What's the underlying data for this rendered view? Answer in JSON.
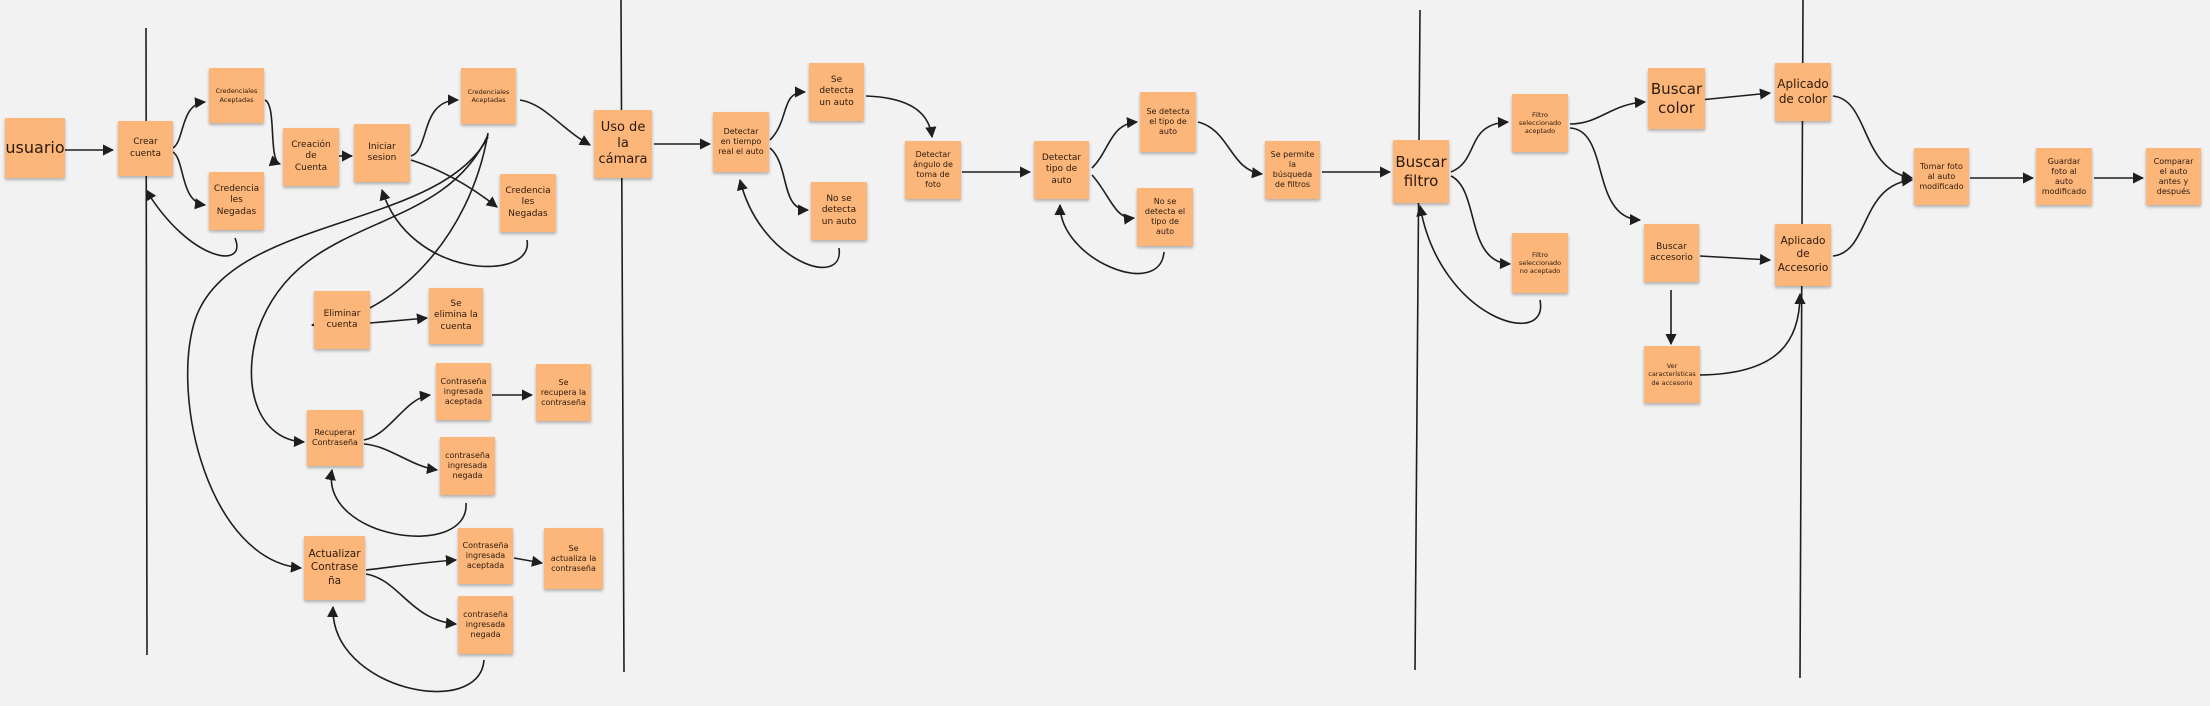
{
  "diagram": {
    "notes": {
      "usuario": "usuario",
      "crear_cuenta": "Crear\ncuenta",
      "cred_aceptadas_1": "Credenciales\nAceptadas",
      "cred_negadas_1": "Credencia\nles\nNegadas",
      "creacion_cuenta": "Creación\nde\nCuenta",
      "iniciar_sesion": "Iniciar\nsesion",
      "cred_aceptadas_2": "Credenciales\nAceptadas",
      "cred_negadas_2": "Credencia\nles\nNegadas",
      "eliminar_cuenta": "Eliminar\ncuenta",
      "se_elimina": "Se\nelimina la\ncuenta",
      "recuperar": "Recuperar\nContraseña",
      "pw_aceptada_1": "Contraseña\ningresada\naceptada",
      "se_recupera": "Se\nrecupera la\ncontraseña",
      "pw_negada_1": "contraseña\ningresada\nnegada",
      "actualizar": "Actualizar\nContrase\nña",
      "pw_aceptada_2": "Contraseña\ningresada\naceptada",
      "se_actualiza": "Se\nactualiza la\ncontraseña",
      "pw_negada_2": "contraseña\ningresada\nnegada",
      "uso_camara": "Uso de\nla\ncámara",
      "detectar_tiempo_real": "Detectar\nen tiempo\nreal el auto",
      "se_detecta_auto": "Se\ndetecta\nun auto",
      "no_detecta_auto": "No se\ndetecta\nun auto",
      "detectar_angulo": "Detectar\nángulo de\ntoma de\nfoto",
      "detectar_tipo": "Detectar\ntipo de\nauto",
      "se_detecta_tipo": "Se detecta\nel tipo de\nauto",
      "no_detecta_tipo": "No se\ndetecta el\ntipo de\nauto",
      "busqueda_filtros": "Se permite\nla\nbúsqueda\nde filtros",
      "buscar_filtro": "Buscar\nfiltro",
      "filtro_aceptado": "Filtro\nseleccionado\naceptado",
      "filtro_no_aceptado": "Filtro\nseleccionado\nno aceptado",
      "buscar_color": "Buscar\ncolor",
      "aplicado_color": "Aplicado\nde color",
      "buscar_accesorio": "Buscar\naccesorio",
      "aplicado_accesorio": "Aplicado\nde\nAccesorio",
      "ver_caracteristicas": "Ver\ncaracterísticas\nde accesorio",
      "tomar_foto": "Tomar foto\nal auto\nmodificado",
      "guardar_foto": "Guardar\nfoto al\nauto\nmodificado",
      "comparar": "Comparar\nel auto\nantes y\ndespués"
    },
    "colors": {
      "sticky_note": "#fdb67a",
      "background": "#f2f2f2",
      "connector": "#1e1e1e"
    }
  }
}
